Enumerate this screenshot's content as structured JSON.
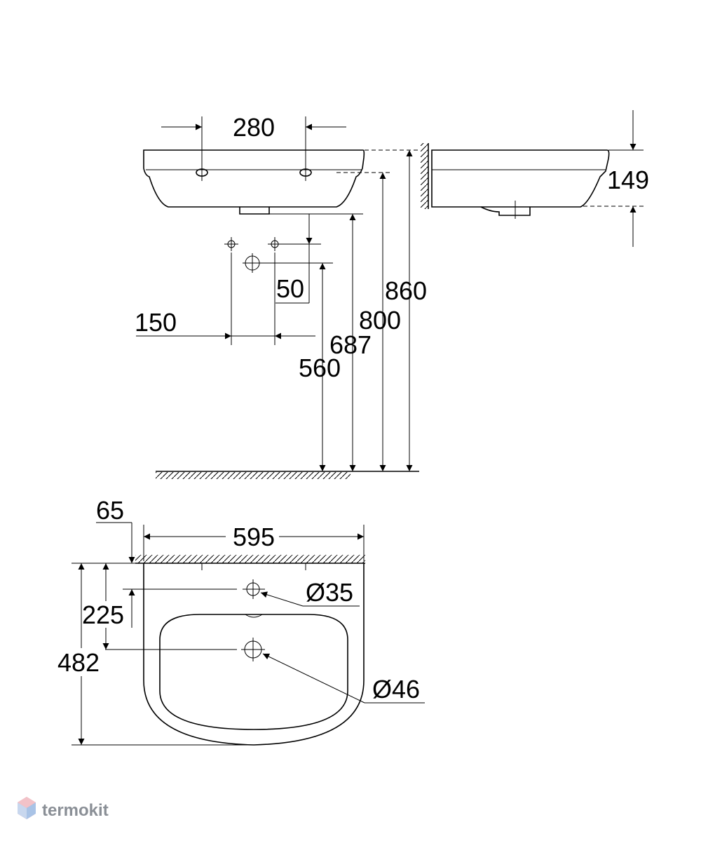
{
  "dimensions": {
    "tap_hole_spacing": "280",
    "side_depth": "149",
    "rim_height": "860",
    "underside_height": "800",
    "waste_height": "687",
    "supply_height": "560",
    "supply_offset": "50",
    "supply_spacing": "150",
    "wall_offset": "65",
    "width": "595",
    "tap_hole_distance": "225",
    "overall_depth": "482",
    "tap_hole_diameter": "Ø35",
    "waste_diameter": "Ø46"
  },
  "watermark": {
    "text": "termokit"
  }
}
